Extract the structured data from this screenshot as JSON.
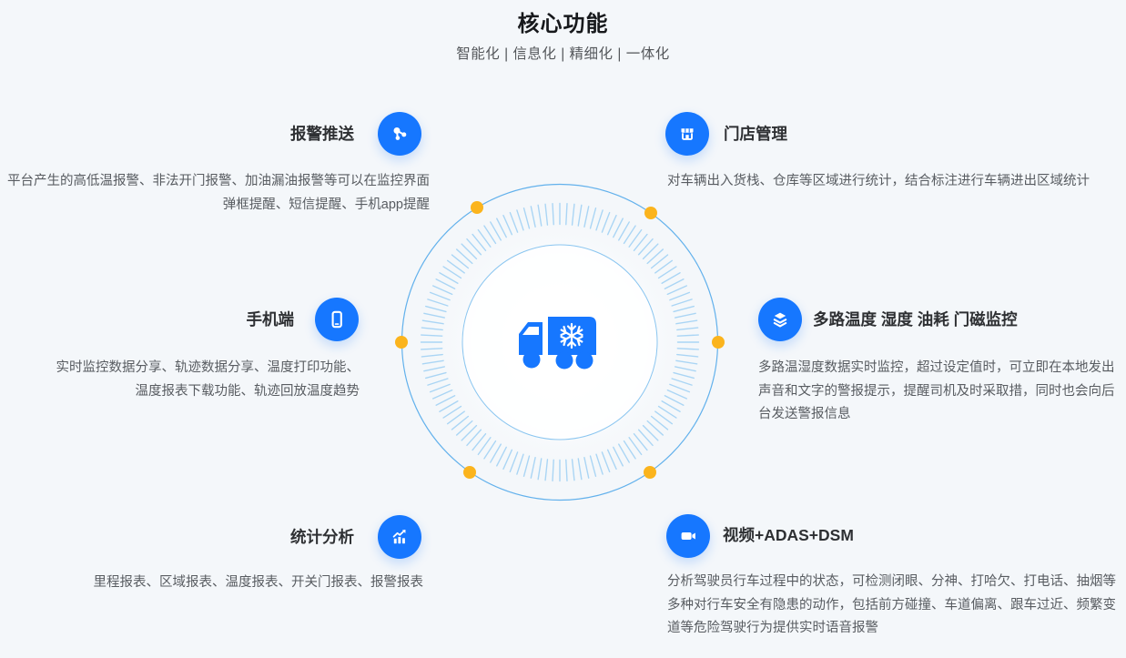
{
  "header": {
    "title": "核心功能",
    "subtitle": "智能化 | 信息化 | 精细化 | 一体化"
  },
  "colors": {
    "primary": "#1677ff",
    "accent_yellow": "#fbb41d",
    "ring_blue": "#62b1ec",
    "tick_blue": "#9ed0f4",
    "inner_ring_blue": "#8ac5f0",
    "page_bg": "#f4f7fa"
  },
  "center": {
    "icon": "refrigerated-truck-icon"
  },
  "features": [
    {
      "id": "alarm-push",
      "title": "报警推送",
      "icon": "share-icon",
      "lines": [
        "平台产生的高低温报警、非法开门报警、加油漏油报警等可以在监控界面",
        "弹框提醒、短信提醒、手机app提醒"
      ]
    },
    {
      "id": "mobile",
      "title": "手机端",
      "icon": "phone-icon",
      "lines": [
        "实时监控数据分享、轨迹数据分享、温度打印功能、",
        "温度报表下载功能、轨迹回放温度趋势"
      ]
    },
    {
      "id": "statistics",
      "title": "统计分析",
      "icon": "bar-chart-icon",
      "lines": [
        "里程报表、区域报表、温度报表、开关门报表、报警报表"
      ]
    },
    {
      "id": "store-management",
      "title": "门店管理",
      "icon": "storefront-icon",
      "lines": [
        "对车辆出入货栈、仓库等区域进行统计，结合标注进行车辆进出区域统计"
      ]
    },
    {
      "id": "multi-sensor-monitoring",
      "title": "多路温度 湿度 油耗 门磁监控",
      "icon": "layers-icon",
      "lines": [
        "多路温湿度数据实时监控，超过设定值时，可立即在本地发出",
        "声音和文字的警报提示，提醒司机及时采取措，同时也会向后",
        "台发送警报信息"
      ]
    },
    {
      "id": "video-adas-dsm",
      "title": "视频+ADAS+DSM",
      "icon": "video-camera-icon",
      "lines": [
        "分析驾驶员行车过程中的状态，可检测闭眼、分神、打哈欠、打电话、抽烟等",
        "多种对行车安全有隐患的动作，包括前方碰撞、车道偏离、跟车过近、频繁变",
        "道等危险驾驶行为提供实时语音报警"
      ]
    }
  ]
}
